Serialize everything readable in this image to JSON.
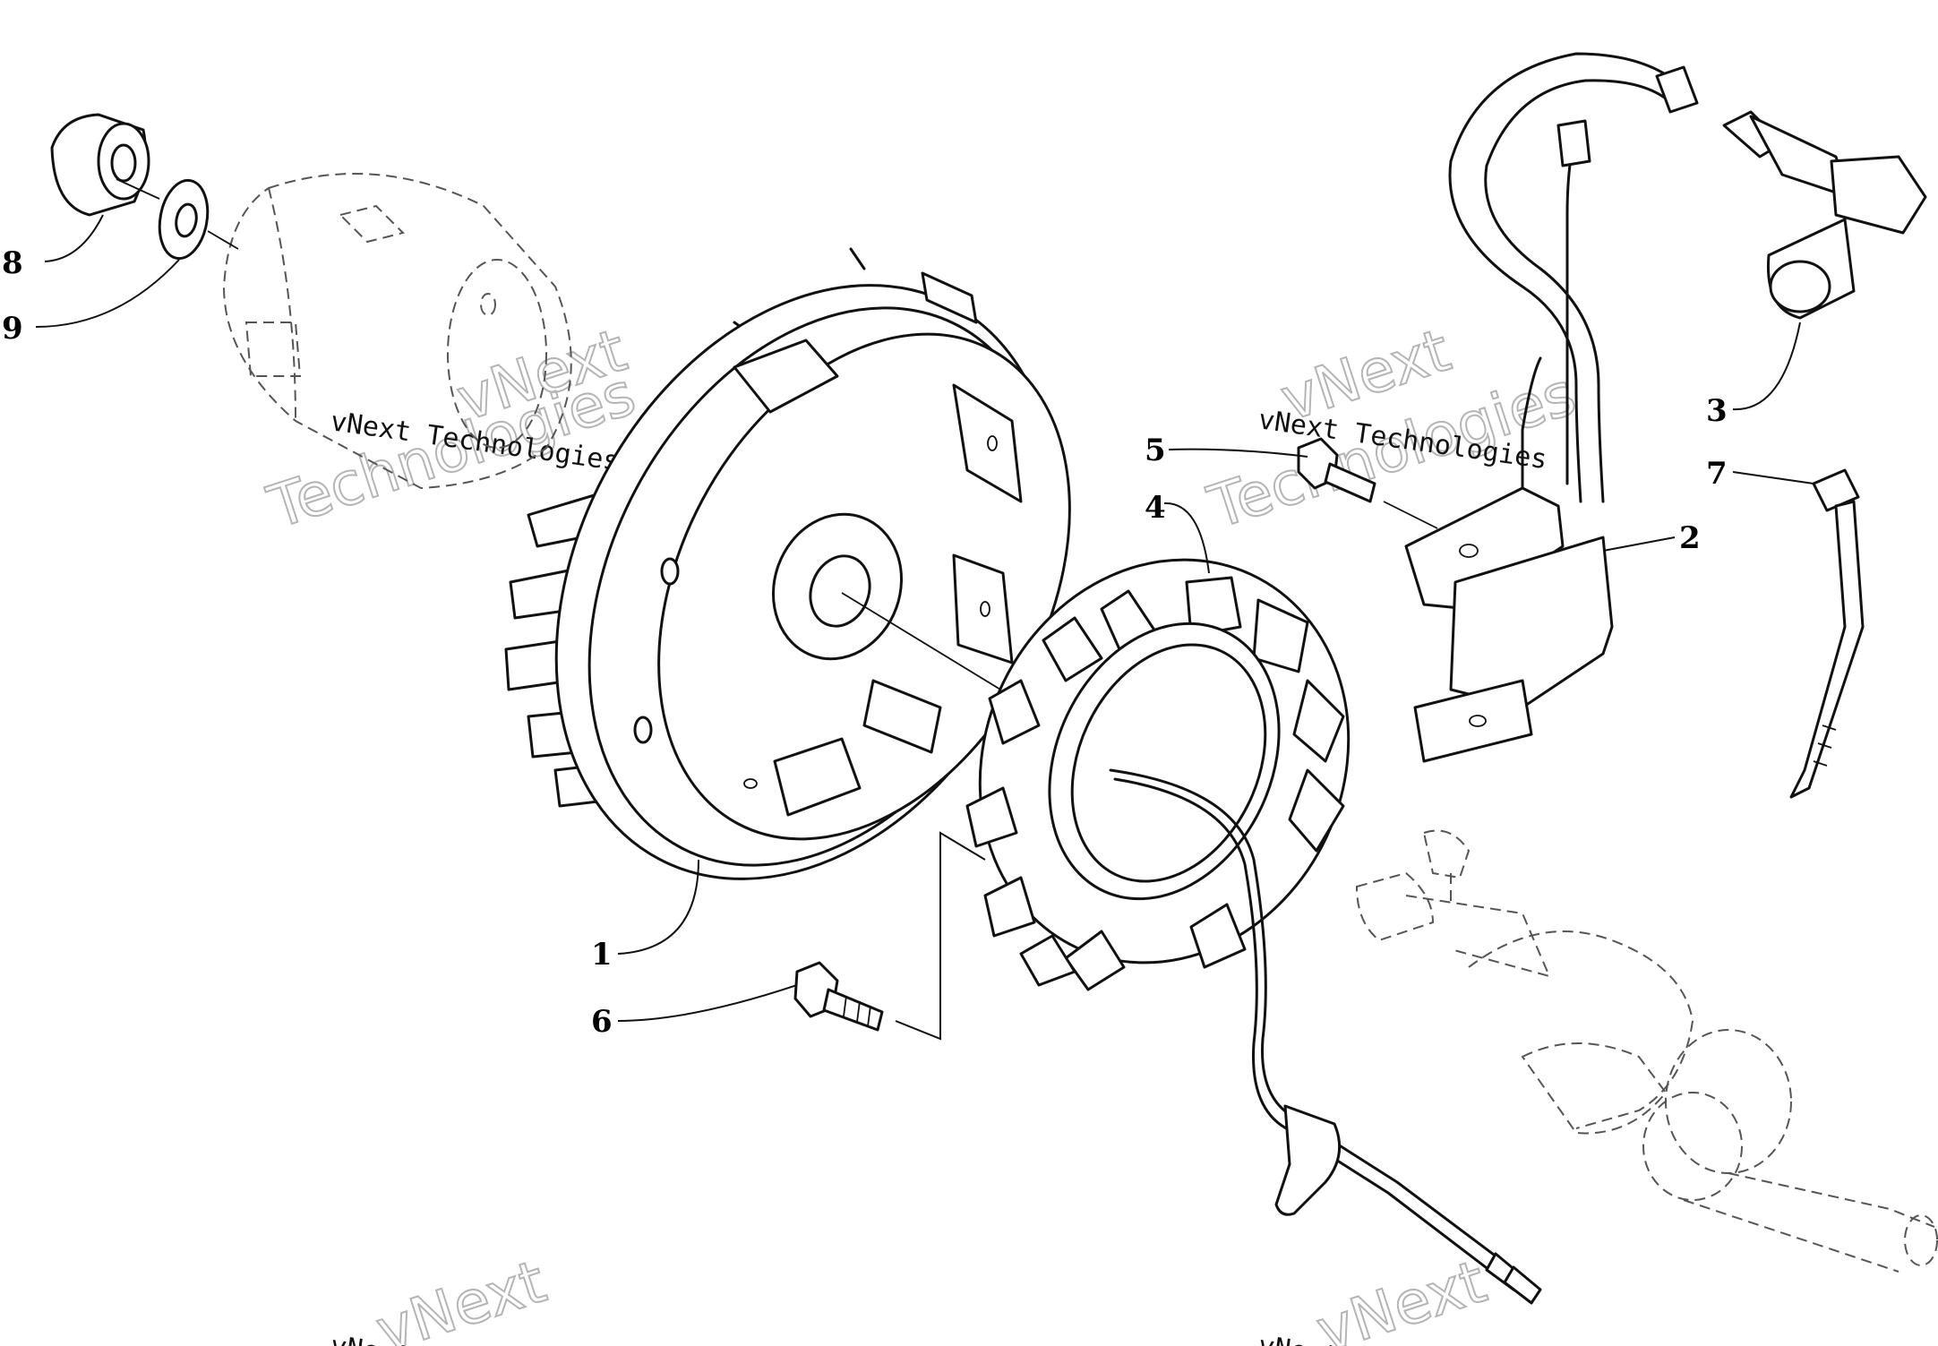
{
  "watermark": {
    "line_small": "vNext Technologies",
    "line_big_1": "vNext",
    "line_big_2": "Technologies"
  },
  "callouts": [
    {
      "id": "1",
      "label": "1"
    },
    {
      "id": "2",
      "label": "2"
    },
    {
      "id": "3",
      "label": "3"
    },
    {
      "id": "4",
      "label": "4"
    },
    {
      "id": "5",
      "label": "5"
    },
    {
      "id": "6",
      "label": "6"
    },
    {
      "id": "7",
      "label": "7"
    },
    {
      "id": "8",
      "label": "8"
    },
    {
      "id": "9",
      "label": "9"
    }
  ]
}
